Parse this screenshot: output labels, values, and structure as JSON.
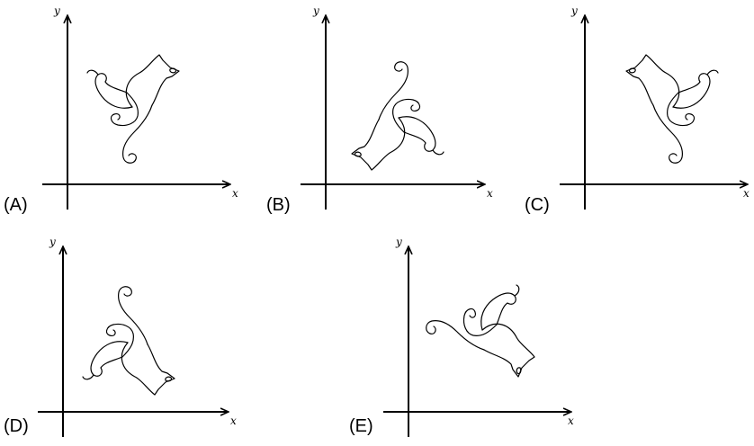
{
  "options": [
    {
      "id": "A",
      "label": "(A)",
      "x_axis": "x",
      "y_axis": "y",
      "transform": "original"
    },
    {
      "id": "B",
      "label": "(B)",
      "x_axis": "x",
      "y_axis": "y",
      "transform": "rotate-180"
    },
    {
      "id": "C",
      "label": "(C)",
      "x_axis": "x",
      "y_axis": "y",
      "transform": "reflect-vertical-axis"
    },
    {
      "id": "D",
      "label": "(D)",
      "x_axis": "x",
      "y_axis": "y",
      "transform": "reflect-horizontal-axis"
    },
    {
      "id": "E",
      "label": "(E)",
      "x_axis": "x",
      "y_axis": "y",
      "transform": "rotate-180-reflect"
    }
  ],
  "colors": {
    "ink": "#000000",
    "background": "#ffffff"
  }
}
